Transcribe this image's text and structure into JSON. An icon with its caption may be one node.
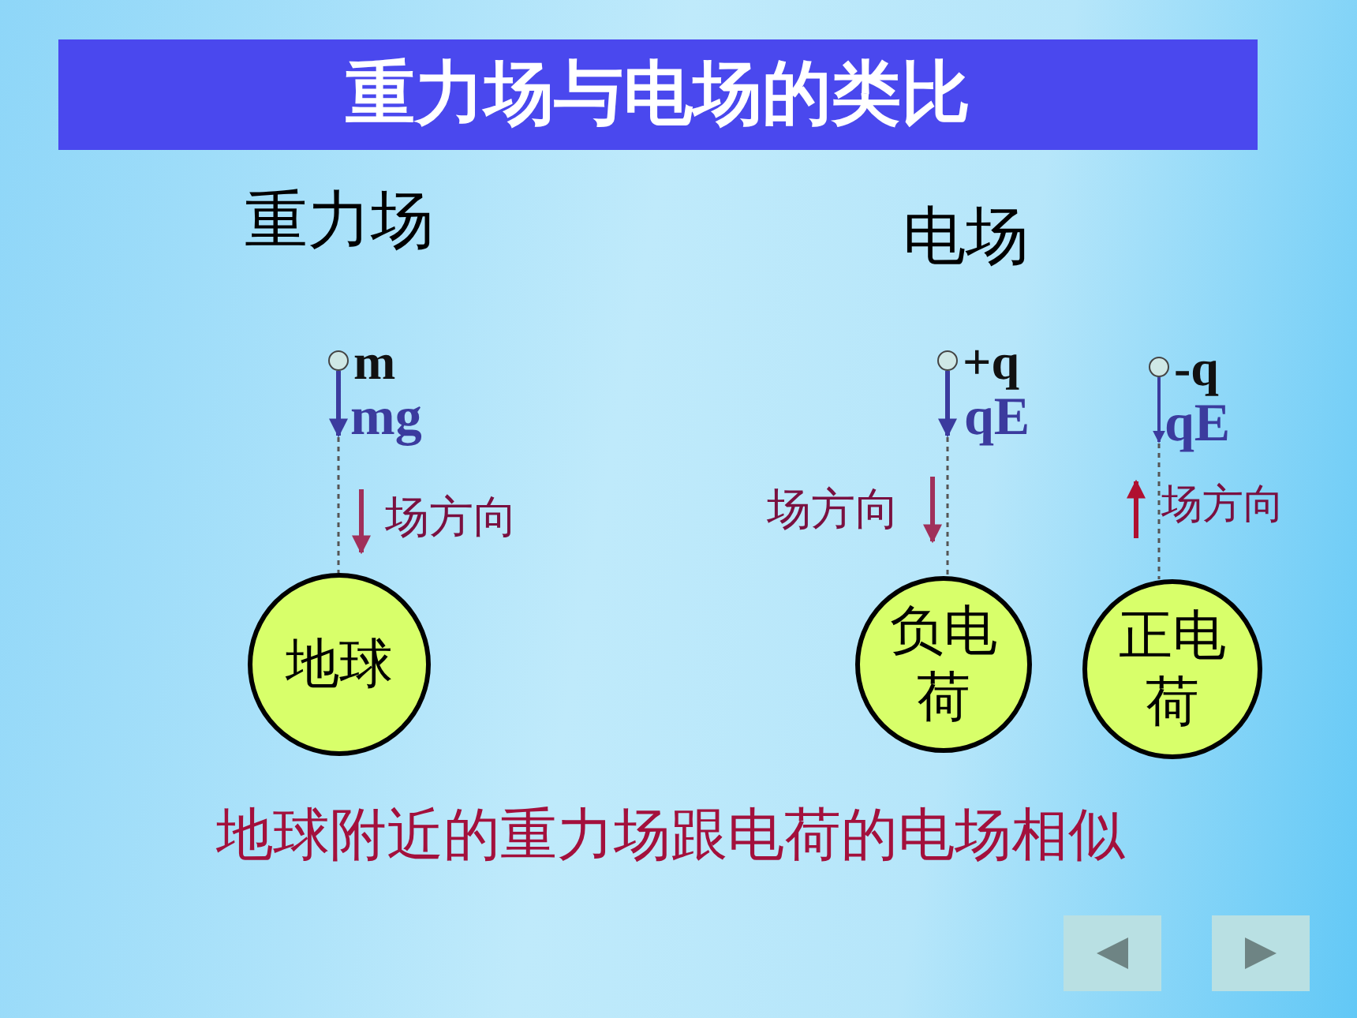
{
  "diagram": {
    "title": "重力场与电场的类比",
    "caption": "地球附近的重力场跟电荷的电场相似",
    "nodes": [
      {
        "text": [],
        "shape": "circle",
        "beside": [
          "m"
        ]
      },
      {
        "text": [],
        "shape": "circle",
        "beside": [
          "+q"
        ]
      },
      {
        "text": [],
        "shape": "circle",
        "beside": [
          "-q"
        ]
      },
      {
        "text": [
          "地球"
        ]
      },
      {
        "text": [
          "负电荷"
        ]
      },
      {
        "text": [
          "正电荷"
        ]
      }
    ],
    "edges": [
      {
        "from": 0,
        "to": 3,
        "arrow": "none",
        "style": "dashed"
      },
      {
        "from": 1,
        "to": 4,
        "arrow": "none",
        "style": "dashed"
      },
      {
        "from": 2,
        "to": 5,
        "arrow": "none",
        "style": "dashed"
      }
    ],
    "labels": [
      "重力场",
      "电场",
      "mg",
      "qE",
      "qE",
      "场方向",
      "场方向",
      "场方向"
    ]
  }
}
